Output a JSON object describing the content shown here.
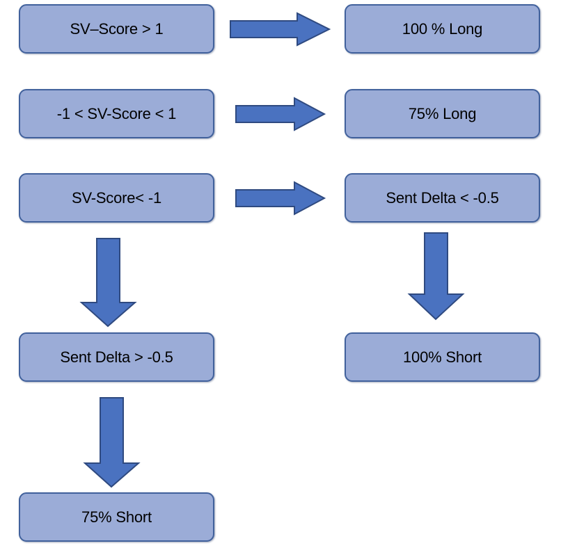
{
  "diagram": {
    "title": "SV-Score and Sentiment Delta trading decision flowchart",
    "colors": {
      "node_fill": "#9BACD7",
      "node_border": "#41619C",
      "arrow_fill": "#4A72C0",
      "arrow_border": "#2F4A80",
      "text": "#000000",
      "background": "#FFFFFF"
    },
    "nodes": [
      {
        "id": "sv_gt_1",
        "label": "SV–Score > 1"
      },
      {
        "id": "long_100",
        "label": "100 % Long"
      },
      {
        "id": "sv_between",
        "label": "-1 < SV-Score < 1"
      },
      {
        "id": "long_75",
        "label": "75% Long"
      },
      {
        "id": "sv_lt_neg1",
        "label": "SV-Score< -1"
      },
      {
        "id": "sent_lt_neg05",
        "label": "Sent Delta < -0.5"
      },
      {
        "id": "sent_gt_neg05",
        "label": "Sent Delta > -0.5"
      },
      {
        "id": "short_100",
        "label": "100% Short"
      },
      {
        "id": "short_75",
        "label": "75% Short"
      }
    ],
    "arrows": [
      {
        "id": "arrow-sv-gt-1-to-long-100",
        "direction": "right",
        "from": "sv_gt_1",
        "to": "long_100"
      },
      {
        "id": "arrow-sv-between-to-long-75",
        "direction": "right",
        "from": "sv_between",
        "to": "long_75"
      },
      {
        "id": "arrow-sv-lt-neg1-to-sent-lt-neg05",
        "direction": "right",
        "from": "sv_lt_neg1",
        "to": "sent_lt_neg05"
      },
      {
        "id": "arrow-sv-lt-neg1-to-sent-gt-neg05",
        "direction": "down",
        "from": "sv_lt_neg1",
        "to": "sent_gt_neg05"
      },
      {
        "id": "arrow-sent-lt-neg05-to-short-100",
        "direction": "down",
        "from": "sent_lt_neg05",
        "to": "short_100"
      },
      {
        "id": "arrow-sent-gt-neg05-to-short-75",
        "direction": "down",
        "from": "sent_gt_neg05",
        "to": "short_75"
      }
    ]
  }
}
